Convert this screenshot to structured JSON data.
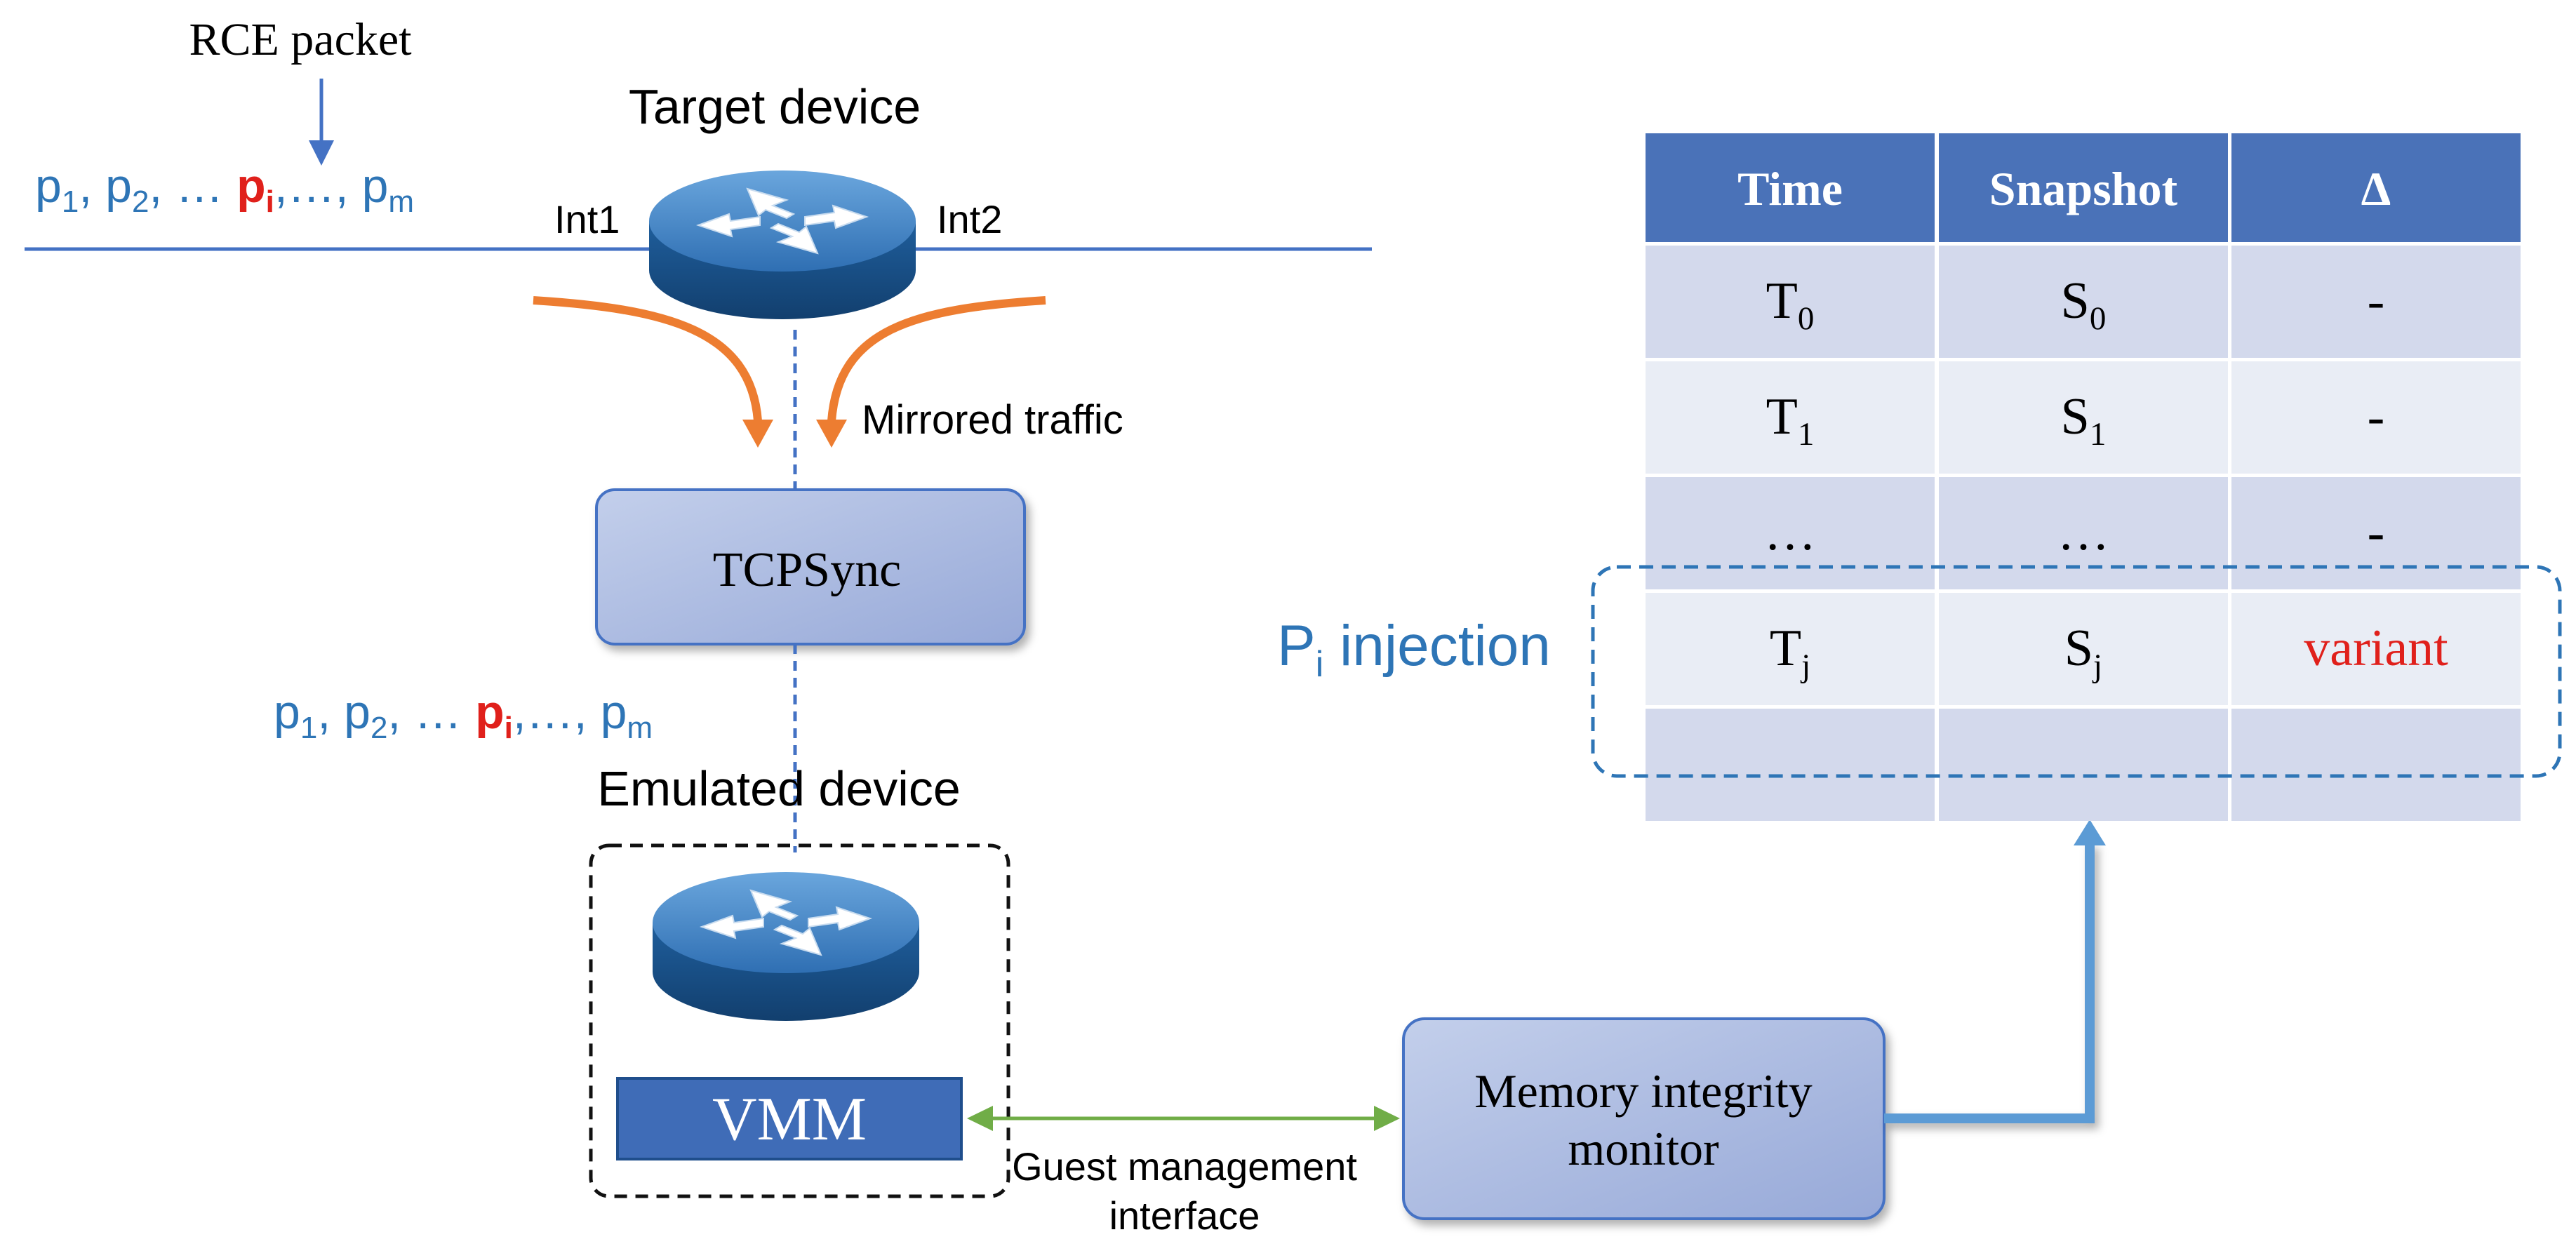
{
  "rce_label": "RCE packet",
  "target_device_label": "Target device",
  "emulated_device_label": "Emulated device",
  "int1_label": "Int1",
  "int2_label": "Int2",
  "mirrored_traffic_label": "Mirrored traffic",
  "tcpsync_label": "TCPSync",
  "vmm_label": "VMM",
  "guest_mgmt_line1": "Guest management",
  "guest_mgmt_line2": "interface",
  "monitor_line1": "Memory integrity",
  "monitor_line2": "monitor",
  "packet_sequence": {
    "p": "p",
    "s1": "1",
    "s2": "2",
    "sep": ", ",
    "ellipsis": "…",
    "pi": "p",
    "pi_sub": "i",
    "tail": ",…, ",
    "pm": "p",
    "pm_sub": "m"
  },
  "injection_label": {
    "main": "P",
    "sub": "i",
    "rest": " injection"
  },
  "table": {
    "headers": [
      "Time",
      "Snapshot",
      "Δ"
    ],
    "rows": [
      [
        {
          "b": "T",
          "s": "0"
        },
        {
          "b": "S",
          "s": "0"
        },
        {
          "b": "-",
          "s": ""
        }
      ],
      [
        {
          "b": "T",
          "s": "1"
        },
        {
          "b": "S",
          "s": "1"
        },
        {
          "b": "-",
          "s": ""
        }
      ],
      [
        {
          "b": "…",
          "s": ""
        },
        {
          "b": "…",
          "s": ""
        },
        {
          "b": "-",
          "s": ""
        }
      ],
      [
        {
          "b": "T",
          "s": "j"
        },
        {
          "b": "S",
          "s": "j"
        },
        {
          "b": "variant",
          "s": ""
        }
      ],
      [
        {
          "b": "",
          "s": ""
        },
        {
          "b": "",
          "s": ""
        },
        {
          "b": "",
          "s": ""
        }
      ]
    ]
  },
  "colors": {
    "blue_text": "#2e75b6",
    "red": "#e0201b",
    "line_blue": "#4472c4",
    "orange": "#ed7d31",
    "green": "#70ad47",
    "header_fill": "#4a72b8",
    "row_fill": "#d3d9ec",
    "row_fill_alt": "#e9edf5",
    "box_fill": "#a9b9de"
  }
}
